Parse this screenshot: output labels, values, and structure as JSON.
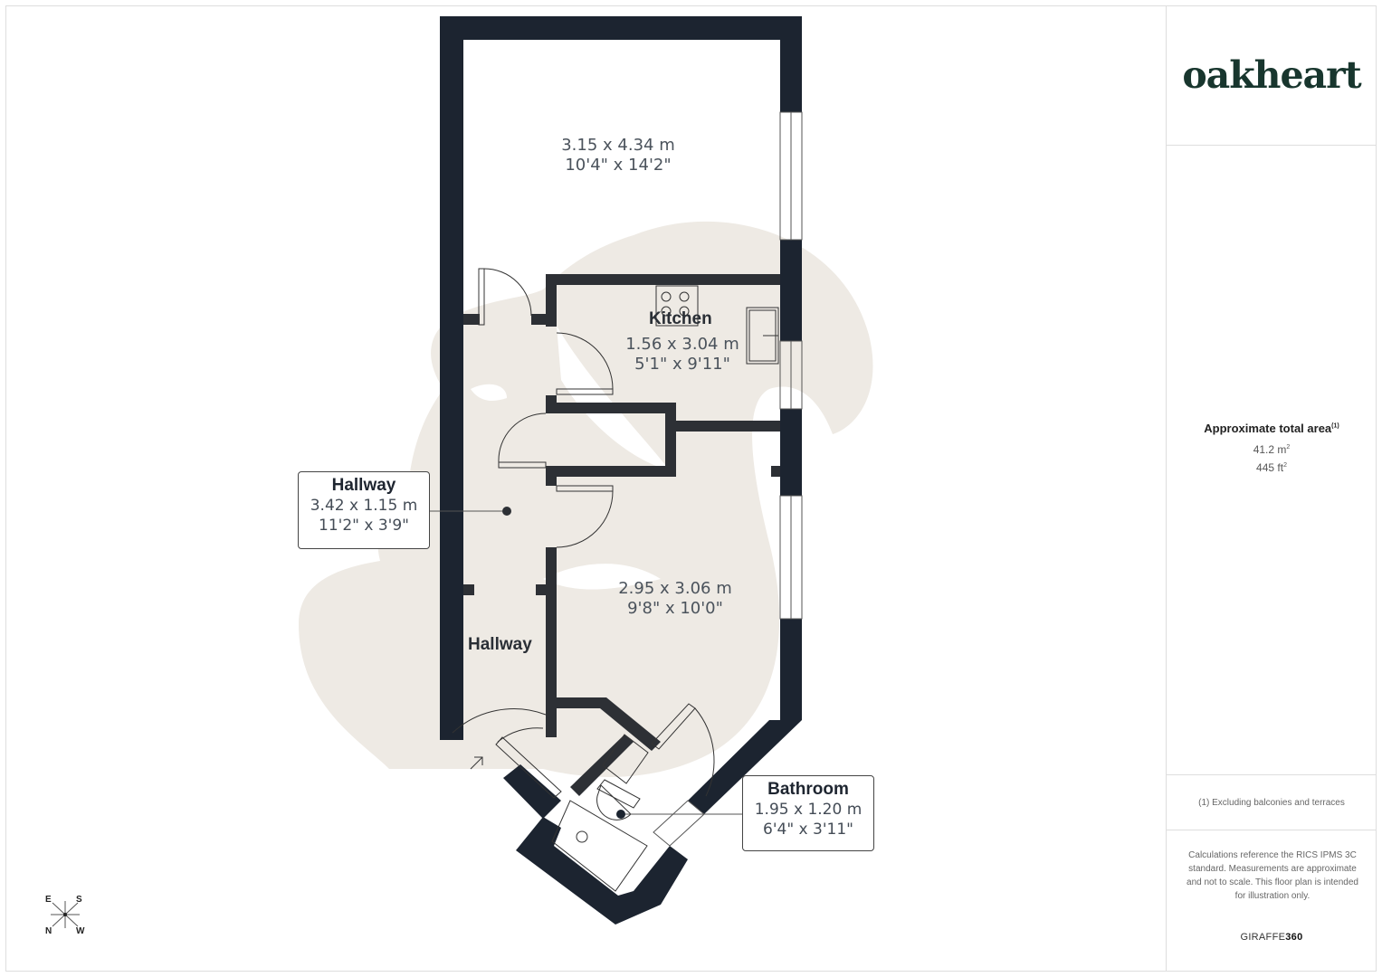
{
  "brand": {
    "logo_text": "oakheart",
    "logo_color": "#18362e",
    "footer_brand_prefix": "GIRAFFE",
    "footer_brand_suffix": "360"
  },
  "area": {
    "title": "Approximate total area",
    "footnote_marker": "(1)",
    "metric_value": "41.2 m",
    "metric_unit_sup": "2",
    "imperial_value": "445 ft",
    "imperial_unit_sup": "2"
  },
  "notes": {
    "footnote": "(1) Excluding balconies and terraces",
    "disclaimer": "Calculations reference the RICS IPMS 3C standard. Measurements are approximate and not to scale. This floor plan is intended for illustration only."
  },
  "rooms": [
    {
      "id": "room-top",
      "name": "",
      "metric": "3.15 x 4.34 m",
      "imperial": "10'4\" x 14'2\""
    },
    {
      "id": "kitchen",
      "name": "Kitchen",
      "metric": "1.56 x 3.04 m",
      "imperial": "5'1\" x 9'11\""
    },
    {
      "id": "hallway-callout",
      "name": "Hallway",
      "metric": "3.42 x 1.15 m",
      "imperial": "11'2\" x 3'9\""
    },
    {
      "id": "room-middle",
      "name": "",
      "metric": "2.95 x 3.06 m",
      "imperial": "9'8\" x 10'0\""
    },
    {
      "id": "hallway-label",
      "name": "Hallway",
      "metric": "",
      "imperial": ""
    },
    {
      "id": "bathroom",
      "name": "Bathroom",
      "metric": "1.95 x 1.20 m",
      "imperial": "6'4\" x 3'11\""
    }
  ],
  "compass": {
    "top_left": "E",
    "top_right": "S",
    "bottom_left": "N",
    "bottom_right": "W"
  },
  "colors": {
    "wall": "#1c2430",
    "wall_inner": "#2d3035",
    "watermark": "#eeeae4",
    "border": "#dedede"
  }
}
